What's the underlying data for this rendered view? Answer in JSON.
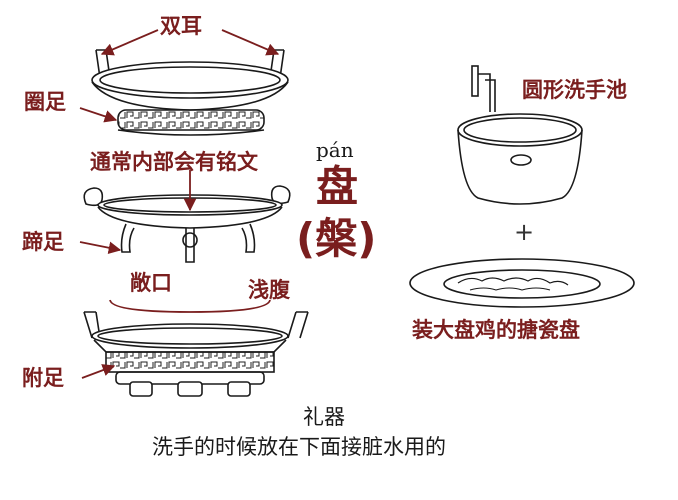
{
  "labels": {
    "double_ears": "双耳",
    "ring_foot": "圈足",
    "inscription": "通常内部会有铭文",
    "pinyin": "pán",
    "char_pan": "盘",
    "char_variant": "(槃)",
    "hoof_foot": "蹄足",
    "flared_mouth": "敞口",
    "shallow_belly": "浅腹",
    "attached_foot": "附足",
    "round_basin": "圆形洗手池",
    "plus": "+",
    "enamel_plate": "装大盘鸡的搪瓷盘",
    "ritual": "礼器",
    "ritual_use": "洗手的时候放在下面接脏水用的"
  },
  "colors": {
    "accent": "#7a1e1e",
    "line": "#1a1a1a"
  }
}
